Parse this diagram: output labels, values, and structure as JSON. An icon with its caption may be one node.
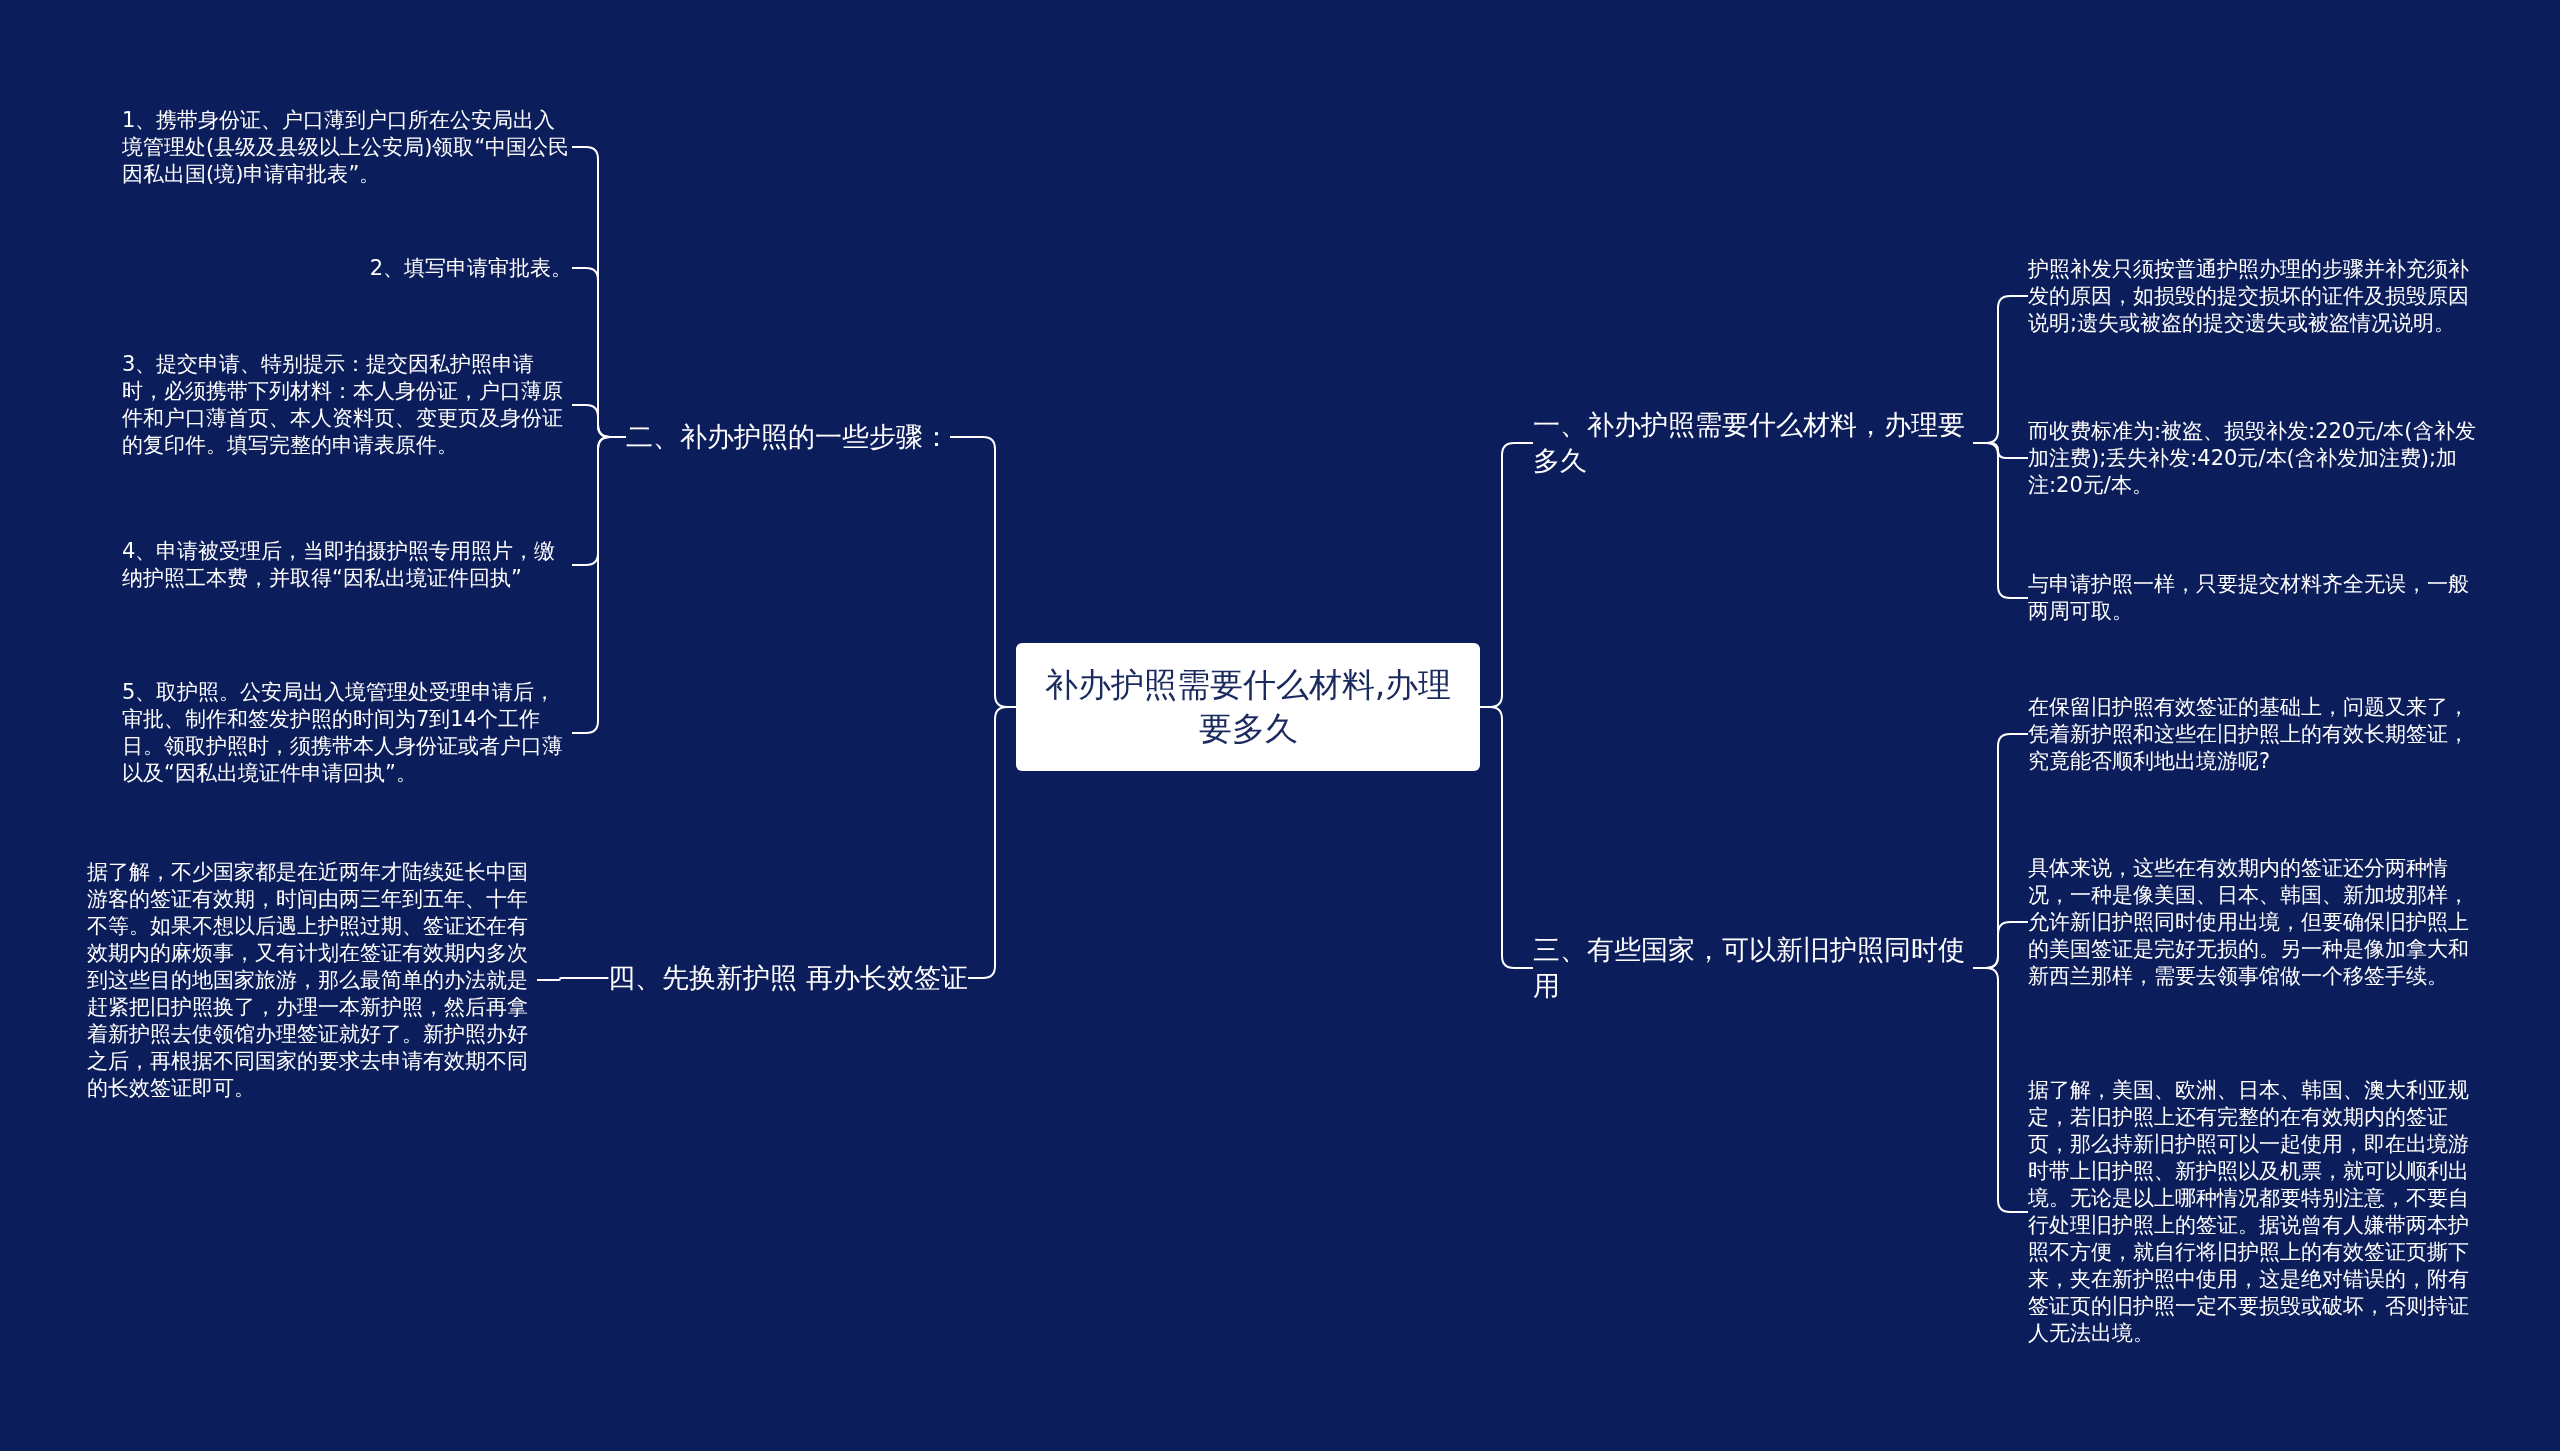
{
  "diagram": {
    "nodes": [
      {
        "text": [
          "补办护照需要什么材料,办理要多久"
        ]
      },
      {
        "text": [
          "一、补办护照需要什么材料，办理要多久"
        ]
      },
      {
        "text": [
          "护照补发只须按普通护照办理的步骤并补充须补发的原因，如损毁的提交损坏的证件及损毁原因说明;遗失或被盗的提交遗失或被盗情况说明。"
        ]
      },
      {
        "text": [
          "而收费标准为:被盗、损毁补发:220元/本(含补发加注费);丢失补发:420元/本(含补发加注费);加注:20元/本。"
        ]
      },
      {
        "text": [
          "与申请护照一样，只要提交材料齐全无误，一般两周可取。"
        ]
      },
      {
        "text": [
          "三、有些国家，可以新旧护照同时使用"
        ]
      },
      {
        "text": [
          "在保留旧护照有效签证的基础上，问题又来了，凭着新护照和这些在旧护照上的有效长期签证，究竟能否顺利地出境游呢?"
        ]
      },
      {
        "text": [
          "具体来说，这些在有效期内的签证还分两种情况，一种是像美国、日本、韩国、新加坡那样，允许新旧护照同时使用出境，但要确保旧护照上的美国签证是完好无损的。另一种是像加拿大和新西兰那样，需要去领事馆做一个移签手续。"
        ]
      },
      {
        "text": [
          "据了解，美国、欧洲、日本、韩国、澳大利亚规定，若旧护照上还有完整的在有效期内的签证页，那么持新旧护照可以一起使用，即在出境游时带上旧护照、新护照以及机票，就可以顺利出境。无论是以上哪种情况都要特别注意，不要自行处理旧护照上的签证。据说曾有人嫌带两本护照不方便，就自行将旧护照上的有效签证页撕下来，夹在新护照中使用，这是绝对错误的，附有签证页的旧护照一定不要损毁或破坏，否则持证人无法出境。"
        ]
      },
      {
        "text": [
          "二、补办护照的一些步骤："
        ]
      },
      {
        "text": [
          "1、携带身份证、户口薄到户口所在公安局出入境管理处(县级及县级以上公安局)领取“中国公民因私出国(境)申请审批表”。"
        ]
      },
      {
        "text": [
          "2、填写申请审批表。"
        ]
      },
      {
        "text": [
          "3、提交申请、特别提示：提交因私护照申请时，必须携带下列材料：本人身份证，户口薄原件和户口薄首页、本人资料页、变更页及身份证的复印件。填写完整的申请表原件。"
        ]
      },
      {
        "text": [
          "4、申请被受理后，当即拍摄护照专用照片，缴纳护照工本费，并取得“因私出境证件回执”"
        ]
      },
      {
        "text": [
          "5、取护照。公安局出入境管理处受理申请后，审批、制作和签发护照的时间为7到14个工作日。领取护照时，须携带本人身份证或者户口薄以及“因私出境证件申请回执”。"
        ]
      },
      {
        "text": [
          "四、先换新护照 再办长效签证"
        ]
      },
      {
        "text": [
          "据了解，不少国家都是在近两年才陆续延长中国游客的签证有效期，时间由两三年到五年、十年不等。如果不想以后遇上护照过期、签证还在有效期内的麻烦事，又有计划在签证有效期内多次到这些目的地国家旅游，那么最简单的办法就是赶紧把旧护照换了，办理一本新护照，然后再拿着新护照去使领馆办理签证就好了。新护照办好之后，再根据不同国家的要求去申请有效期不同的长效签证即可。"
        ]
      }
    ],
    "edges": [
      {
        "from": 0,
        "to": 1,
        "arrow": "none"
      },
      {
        "from": 0,
        "to": 5,
        "arrow": "none"
      },
      {
        "from": 0,
        "to": 9,
        "arrow": "none"
      },
      {
        "from": 0,
        "to": 15,
        "arrow": "none"
      },
      {
        "from": 1,
        "to": 2,
        "arrow": "none"
      },
      {
        "from": 1,
        "to": 3,
        "arrow": "none"
      },
      {
        "from": 1,
        "to": 4,
        "arrow": "none"
      },
      {
        "from": 5,
        "to": 6,
        "arrow": "none"
      },
      {
        "from": 5,
        "to": 7,
        "arrow": "none"
      },
      {
        "from": 5,
        "to": 8,
        "arrow": "none"
      },
      {
        "from": 9,
        "to": 10,
        "arrow": "none"
      },
      {
        "from": 9,
        "to": 11,
        "arrow": "none"
      },
      {
        "from": 9,
        "to": 12,
        "arrow": "none"
      },
      {
        "from": 9,
        "to": 13,
        "arrow": "none"
      },
      {
        "from": 9,
        "to": 14,
        "arrow": "none"
      },
      {
        "from": 15,
        "to": 16,
        "arrow": "none"
      }
    ]
  }
}
